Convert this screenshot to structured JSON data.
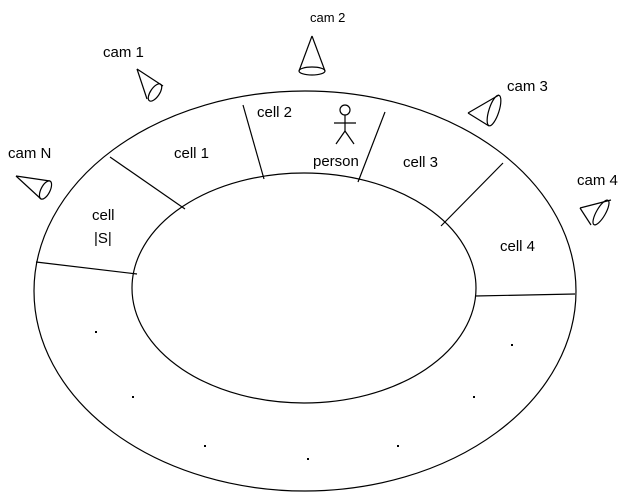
{
  "cameras": [
    {
      "id": "cam1",
      "label": "cam 1"
    },
    {
      "id": "cam2",
      "label": "cam 2"
    },
    {
      "id": "cam3",
      "label": "cam 3"
    },
    {
      "id": "cam4",
      "label": "cam 4"
    },
    {
      "id": "camN",
      "label": "cam N"
    }
  ],
  "cells": [
    {
      "id": "cell1",
      "label": "cell 1"
    },
    {
      "id": "cell2",
      "label": "cell 2"
    },
    {
      "id": "cell3",
      "label": "cell 3"
    },
    {
      "id": "cell4",
      "label": "cell 4"
    },
    {
      "id": "cellS",
      "label_line1": "cell",
      "label_line2": "|S|"
    }
  ],
  "person": {
    "label": "person"
  },
  "colors": {
    "stroke": "#000000",
    "background": "#ffffff"
  }
}
